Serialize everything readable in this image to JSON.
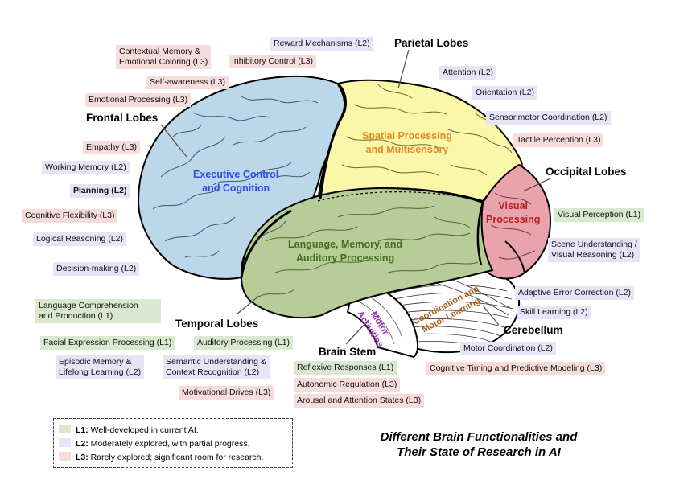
{
  "colors": {
    "l1": "#d9e8cf",
    "l2": "#e7e4f7",
    "l3": "#f7dcdc",
    "frontal": "#bcd6ea",
    "parietal": "#fbf7a8",
    "temporal": "#b8cc98",
    "occipital": "#e8a3ad"
  },
  "lobes": {
    "frontal": "Frontal Lobes",
    "parietal": "Parietal Lobes",
    "occipital": "Occipital Lobes",
    "temporal": "Temporal Lobes",
    "brainstem": "Brain Stem",
    "cerebellum": "Cerebellum"
  },
  "regions": {
    "frontal": [
      "Executive Control",
      "and Cognition"
    ],
    "parietal": [
      "Spatial Processing",
      "and Multisensory"
    ],
    "occipital": [
      "Visual",
      "Processing"
    ],
    "temporal": [
      "Language, Memory, and",
      "Auditory Processing"
    ],
    "brainstem": [
      "Motor",
      "Activities"
    ],
    "cerebellum": [
      "Coordination and",
      "Motor Learning"
    ]
  },
  "functions": {
    "contextual_memory": [
      "Contextual Memory &",
      "Emotional Coloring (L3)"
    ],
    "reward": "Reward Mechanisms (L2)",
    "inhibitory": "Inhibitory Control (L3)",
    "self_awareness": "Self-awareness (L3)",
    "emotional": "Emotional Processing (L3)",
    "empathy": "Empathy (L3)",
    "working_memory": "Working Memory (L2)",
    "planning": "Planning (L2)",
    "cognitive_flexibility": "Cognitive Flexibility (L3)",
    "logical": "Logical Reasoning (L2)",
    "decision": "Decision-making (L2)",
    "language_comp": [
      "Language Comprehension",
      "and Production (L1)"
    ],
    "attention": "Attention (L2)",
    "orientation": "Orientation (L2)",
    "sensorimotor": "Sensorimotor Coordination (L2)",
    "tactile": "Tactile Perception (L3)",
    "visual_perception": "Visual Perception (L1)",
    "scene_understanding": [
      "Scene Understanding /",
      "Visual Reasoning (L2)"
    ],
    "adaptive_error": "Adaptive Error Correction (L2)",
    "skill_learning": "Skill Learning (L2)",
    "motor_coordination": "Motor Coordination (L2)",
    "cognitive_timing": "Cognitive Timing and Predictive Modeling (L3)",
    "facial_expression": "Facial Expression Processing (L1)",
    "auditory": "Auditory Processing (L1)",
    "episodic": [
      "Episodic Memory &",
      "Lifelong Learning (L2)"
    ],
    "semantic": [
      "Semantic Understanding &",
      "Context Recognition (L2)"
    ],
    "motivational": "Motivational Drives (L3)",
    "reflexive": "Reflexive Responses (L1)",
    "autonomic": "Autonomic Regulation (L3)",
    "arousal": "Arousal and Attention States (L3)"
  },
  "legend": {
    "l1_key": "L1:",
    "l1_text": "Well-developed in current AI.",
    "l2_key": "L2:",
    "l2_text": "Moderately explored, with partial progress.",
    "l3_key": "L3:",
    "l3_text": "Rarely explored; significant room for research."
  },
  "title": [
    "Different Brain Functionalities and",
    "Their State of Research in AI"
  ]
}
